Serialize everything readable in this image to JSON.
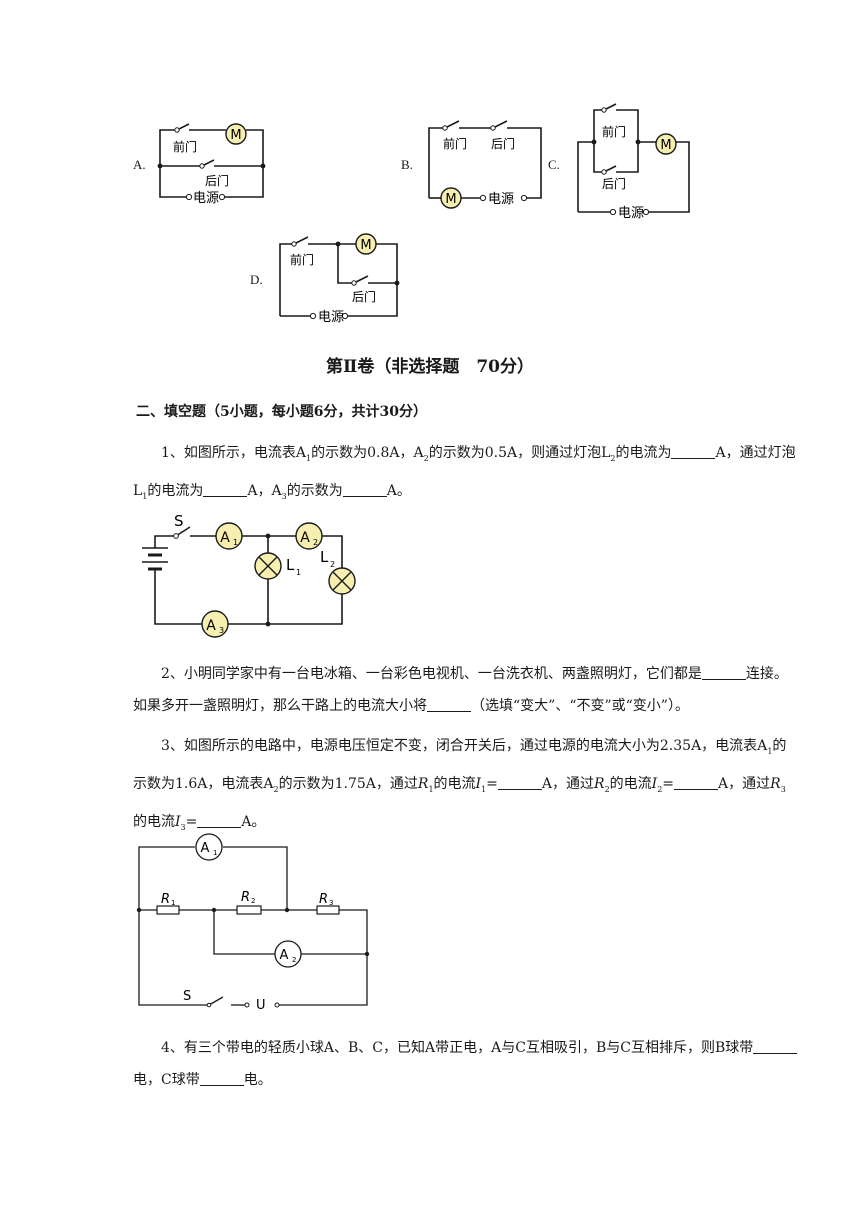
{
  "options": {
    "A": {
      "label": "A.",
      "front": "前门",
      "back": "后门",
      "power": "电源",
      "motor": "M"
    },
    "B": {
      "label": "B.",
      "front": "前门",
      "back": "后门",
      "power": "电源",
      "motor": "M"
    },
    "C": {
      "label": "C.",
      "front": "前门",
      "back": "后门",
      "power": "电源",
      "motor": "M"
    },
    "D": {
      "label": "D.",
      "front": "前门",
      "back": "后门",
      "power": "电源",
      "motor": "M"
    }
  },
  "section": {
    "title": "第Ⅱ卷（非选择题　70分）",
    "subtitle": "二、填空题（5小题，每小题6分，共计30分）"
  },
  "q1": {
    "p1": "1、如图所示，电流表A",
    "s1": "1",
    "p2": "的示数为0.8A，A",
    "s2": "2",
    "p3": "的示数为0.5A，则通过灯泡L",
    "s3": "2",
    "p4": "的电流为",
    "p5": "A，通过灯泡L",
    "s5": "1",
    "p6": "的电流为",
    "p7": "A，A",
    "s7": "3",
    "p8": "的示数为",
    "p9": "A。",
    "fig": {
      "S": "S",
      "A": "A",
      "L": "L",
      "n1": "1",
      "n2": "2",
      "n3": "3"
    }
  },
  "q2": {
    "p1": "2、小明同学家中有一台电冰箱、一台彩色电视机、一台洗衣机、两盏照明灯，它们都是",
    "p2": "连接。如果多开一盏照明灯，那么干路上的电流大小将",
    "p3": "（选填“变大”、“不变”或“变小”）。"
  },
  "q3": {
    "p1": "3、如图所示的电路中，电源电压恒定不变，闭合开关后，通过电源的电流大小为2.35A，电流表A",
    "s1": "1",
    "p2": "的示数为1.6A，电流表A",
    "s2": "2",
    "p3": "的示数为1.75A，通过",
    "r": "R",
    "s3": "1",
    "p4": "的电流",
    "i": "I",
    "s4": "1",
    "p5": "=",
    "p6": "A，通过",
    "s6": "2",
    "p7": "的电流",
    "s7": "2",
    "p8": "=",
    "p9": "A，通过",
    "s9": "3",
    "p10": "的电流",
    "s10": "3",
    "p11": "=",
    "p12": "A。",
    "fig": {
      "A": "A",
      "R": "R",
      "S": "S",
      "U": "U",
      "n1": "1",
      "n2": "2",
      "n3": "3"
    }
  },
  "q4": {
    "p1": "4、有三个带电的轻质小球A、B、C，已知A带正电，A与C互相吸引，B与C互相排斥，则B球带",
    "p2": "电，C球带",
    "p3": "电。"
  }
}
